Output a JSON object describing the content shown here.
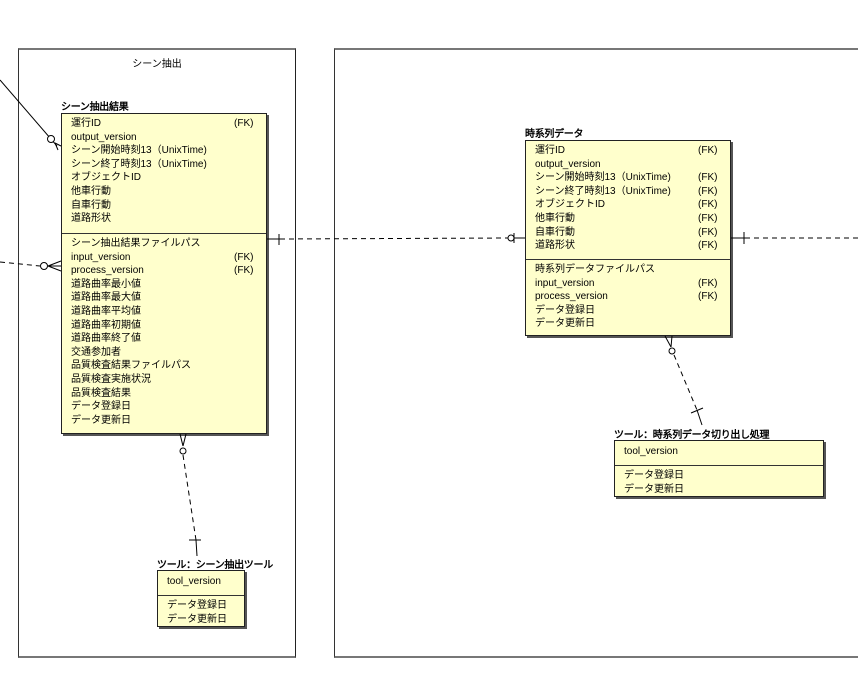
{
  "packages": {
    "scene_extraction": {
      "title": "シーン抽出"
    },
    "time_series": {
      "title": ""
    }
  },
  "entities": {
    "scene_result": {
      "name": "シーン抽出結果",
      "pk_attrs": [
        {
          "label": "運行ID",
          "fk": "(FK)"
        },
        {
          "label": "output_version",
          "fk": ""
        },
        {
          "label": "シーン開始時刻13（UnixTime)",
          "fk": ""
        },
        {
          "label": "シーン終了時刻13（UnixTime)",
          "fk": ""
        },
        {
          "label": "オブジェクトID",
          "fk": ""
        },
        {
          "label": "他車行動",
          "fk": ""
        },
        {
          "label": "自車行動",
          "fk": ""
        },
        {
          "label": "道路形状",
          "fk": ""
        }
      ],
      "attrs": [
        {
          "label": "シーン抽出結果ファイルパス",
          "fk": ""
        },
        {
          "label": "input_version",
          "fk": "(FK)"
        },
        {
          "label": "process_version",
          "fk": "(FK)"
        },
        {
          "label": "道路曲率最小値",
          "fk": ""
        },
        {
          "label": "道路曲率最大値",
          "fk": ""
        },
        {
          "label": "道路曲率平均値",
          "fk": ""
        },
        {
          "label": "道路曲率初期値",
          "fk": ""
        },
        {
          "label": "道路曲率終了値",
          "fk": ""
        },
        {
          "label": "交通参加者",
          "fk": ""
        },
        {
          "label": "品質検査結果ファイルパス",
          "fk": ""
        },
        {
          "label": "品質検査実施状況",
          "fk": ""
        },
        {
          "label": "品質検査結果",
          "fk": ""
        },
        {
          "label": "データ登録日",
          "fk": ""
        },
        {
          "label": "データ更新日",
          "fk": ""
        }
      ]
    },
    "scene_tool": {
      "name": "ツール：シーン抽出ツール",
      "pk_attrs": [
        {
          "label": "tool_version",
          "fk": ""
        }
      ],
      "attrs": [
        {
          "label": "データ登録日",
          "fk": ""
        },
        {
          "label": "データ更新日",
          "fk": ""
        }
      ]
    },
    "time_series_data": {
      "name": "時系列データ",
      "pk_attrs": [
        {
          "label": "運行ID",
          "fk": "(FK)"
        },
        {
          "label": "output_version",
          "fk": ""
        },
        {
          "label": "シーン開始時刻13（UnixTime)",
          "fk": "(FK)"
        },
        {
          "label": "シーン終了時刻13（UnixTime)",
          "fk": "(FK)"
        },
        {
          "label": "オブジェクトID",
          "fk": "(FK)"
        },
        {
          "label": "他車行動",
          "fk": "(FK)"
        },
        {
          "label": "自車行動",
          "fk": "(FK)"
        },
        {
          "label": "道路形状",
          "fk": "(FK)"
        }
      ],
      "attrs": [
        {
          "label": "時系列データファイルパス",
          "fk": ""
        },
        {
          "label": "input_version",
          "fk": "(FK)"
        },
        {
          "label": "process_version",
          "fk": "(FK)"
        },
        {
          "label": "データ登録日",
          "fk": ""
        },
        {
          "label": "データ更新日",
          "fk": ""
        }
      ]
    },
    "ts_tool": {
      "name": "ツール：時系列データ切り出し処理",
      "pk_attrs": [
        {
          "label": "tool_version",
          "fk": ""
        }
      ],
      "attrs": [
        {
          "label": "データ登録日",
          "fk": ""
        },
        {
          "label": "データ更新日",
          "fk": ""
        }
      ]
    }
  }
}
